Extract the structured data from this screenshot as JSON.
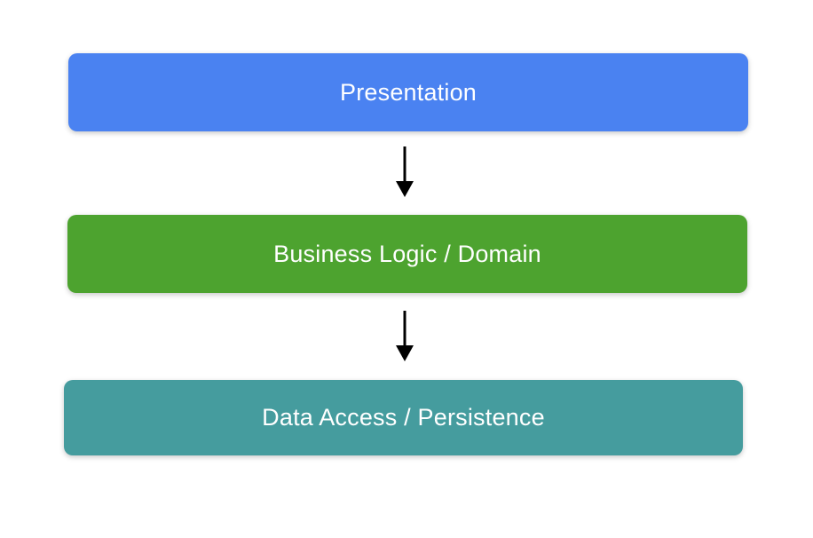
{
  "diagram": {
    "background_color": "#ffffff",
    "text_color": "#ffffff",
    "arrow_color": "#000000",
    "layers": [
      {
        "label": "Presentation",
        "fill_color": "#4a82f1"
      },
      {
        "label": "Business Logic / Domain",
        "fill_color": "#4da32f"
      },
      {
        "label": "Data Access / Persistence",
        "fill_color": "#459c9e"
      }
    ]
  }
}
